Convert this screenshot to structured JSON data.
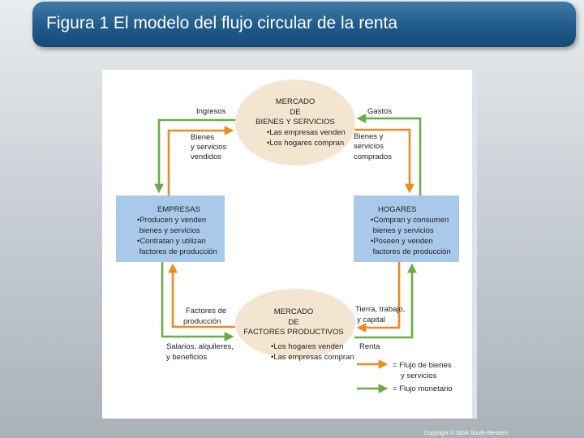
{
  "slide": {
    "title": "Figura 1 El modelo del flujo circular de la renta",
    "copyright": "Copyright © 2004  South-Western"
  },
  "market_goods": {
    "heading": [
      "MERCADO",
      "DE",
      "BIENES Y SERVICIOS"
    ],
    "bullets": [
      "•Las empresas venden",
      "•Los hogares compran"
    ]
  },
  "market_factors": {
    "heading": [
      "MERCADO",
      "DE",
      "FACTORES PRODUCTIVOS"
    ],
    "bullets": [
      "•Los hogares venden",
      "•Las empresas compran"
    ]
  },
  "firms": {
    "name": "EMPRESAS",
    "bullets": [
      "•Producen y venden",
      " bienes y servicios",
      "•Contratan y utilizan",
      " factores de producción"
    ]
  },
  "households": {
    "name": "HOGARES",
    "bullets": [
      "•Compran y consumen",
      " bienes y servicios",
      "•Poseen y venden",
      " factores de producción"
    ]
  },
  "flow_labels": {
    "ingresos": "Ingresos",
    "bienes_vendidos": [
      "Bienes",
      "y servicios",
      "vendidos"
    ],
    "gastos": "Gastos",
    "bienes_comprados": [
      "Bienes y",
      "servicios",
      "comprados"
    ],
    "factores": [
      "Factores de",
      "producción"
    ],
    "salarios": [
      "Salarios, alquileres,",
      "y beneficios"
    ],
    "tierra": [
      "Tierra, trabajo,",
      "y capital"
    ],
    "renta": "Renta"
  },
  "legend": {
    "goods": [
      "= Flujo de bienes",
      "y servicios"
    ],
    "money": "= Flujo monetario"
  },
  "colors": {
    "goods_flow": "#f08a1c",
    "money_flow": "#6cab45",
    "box_fill": "#a9c9ea",
    "market_fill": "#f3e5cf"
  }
}
